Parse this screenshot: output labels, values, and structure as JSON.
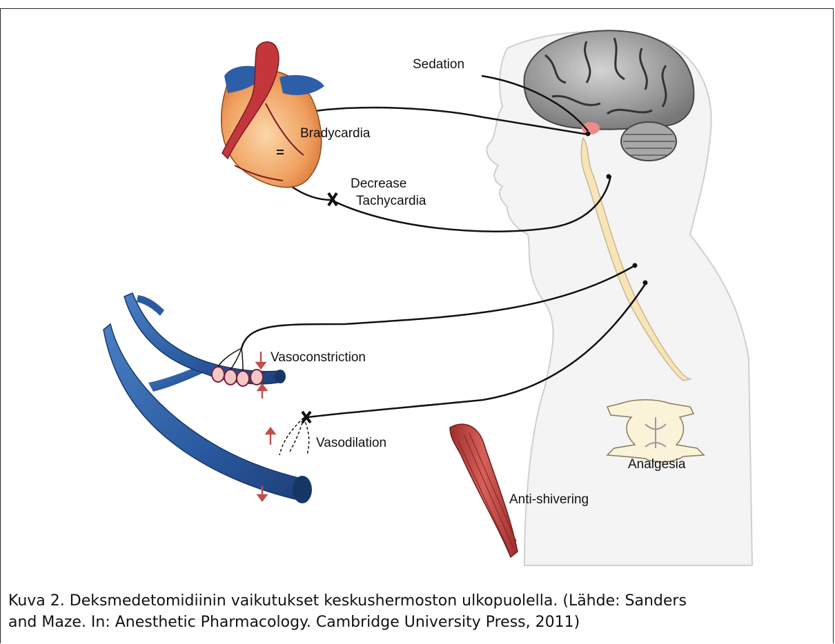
{
  "labels": {
    "sedation": "Sedation",
    "bradycardia": "Bradycardia",
    "decrease": "Decrease",
    "tachycardia": "Tachycardia",
    "vasoconstriction": "Vasoconstriction",
    "vasodilation": "Vasodilation",
    "analgesia": "Analgesia",
    "anti_shivering": "Anti-shivering"
  },
  "caption": {
    "line1": "Kuva 2. Deksmedetomidiinin vaikutukset keskushermoston ulkopuolella. (Lähde: Sanders",
    "line2": "and Maze. In: Anesthetic Pharmacology. Cambridge University Press, 2011)"
  },
  "colors": {
    "heart": "#f0a060",
    "aorta": "#c2363c",
    "vessel": "#2f5fa6",
    "brain": "#9a9a9a",
    "spinal_cord": "#f7e4b8",
    "muscle": "#c64a46"
  }
}
